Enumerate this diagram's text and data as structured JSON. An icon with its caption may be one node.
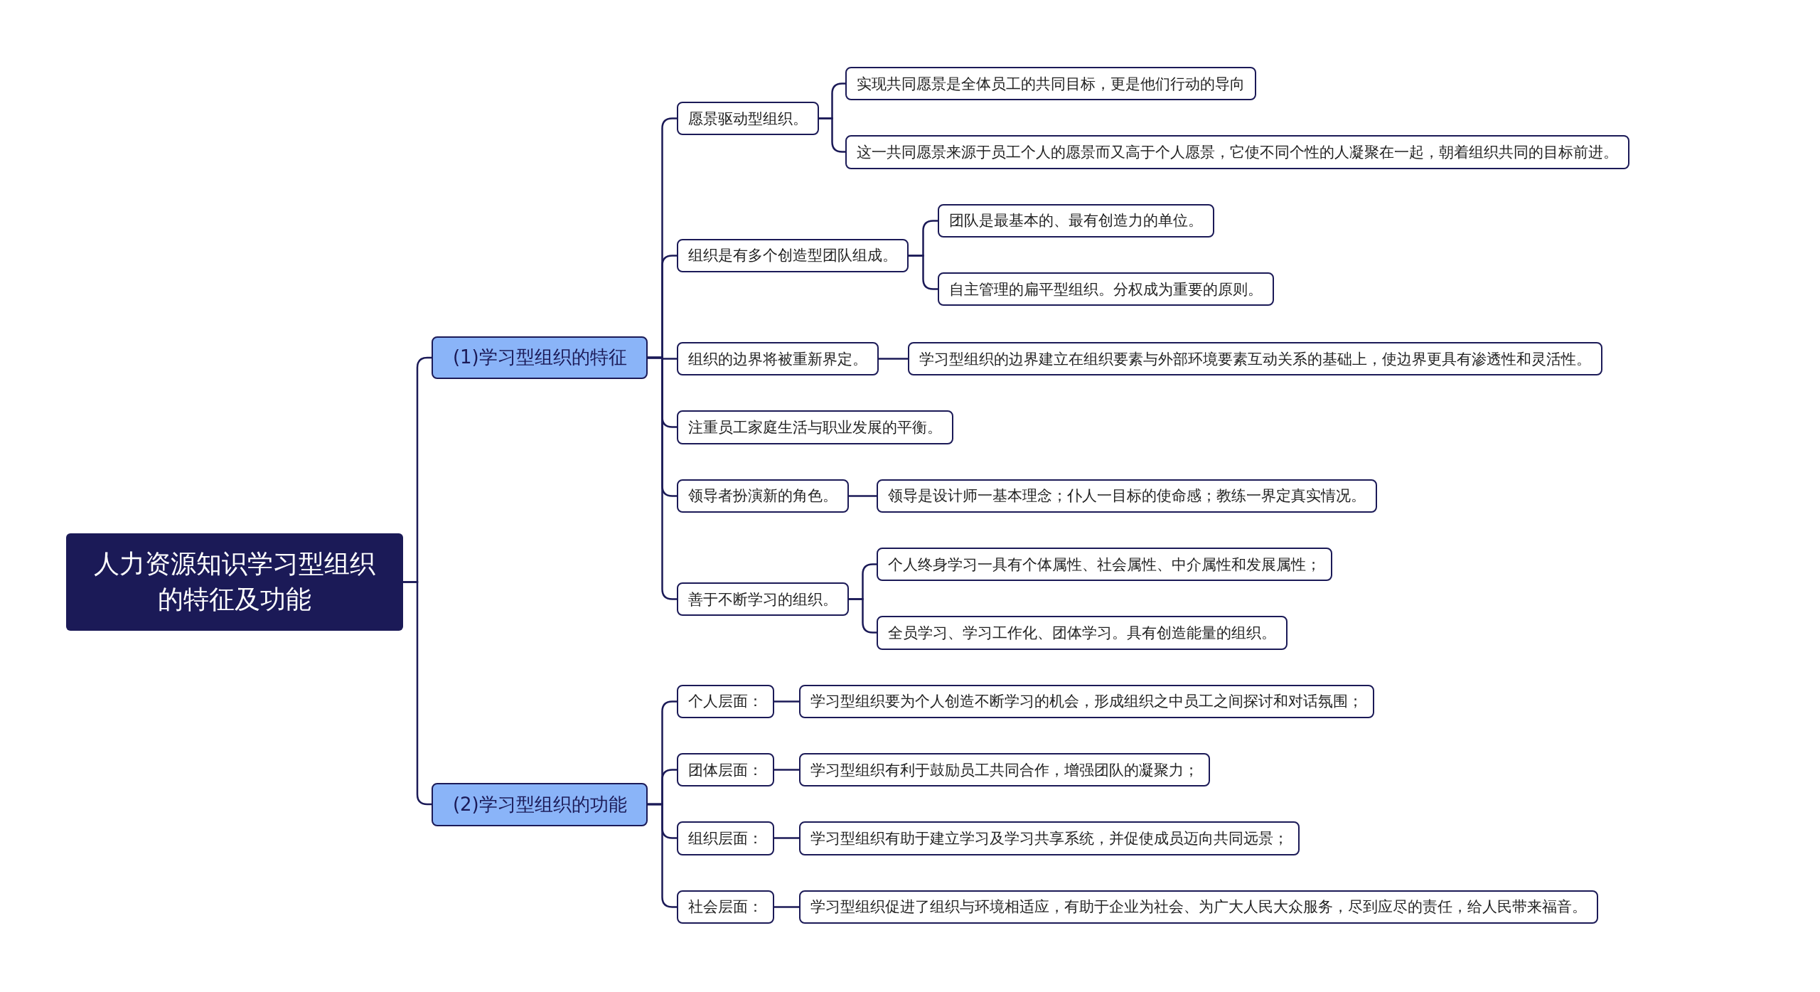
{
  "diagram": {
    "nodes": [
      {
        "text": [
          "人力资源知识学习型组织的特征及功能"
        ]
      },
      {
        "text": [
          "(1)学习型组织的特征"
        ]
      },
      {
        "text": [
          "(2)学习型组织的功能"
        ]
      },
      {
        "text": [
          "愿景驱动型组织。"
        ]
      },
      {
        "text": [
          "实现共同愿景是全体员工的共同目标，更是他们行动的导向"
        ]
      },
      {
        "text": [
          "这一共同愿景来源于员工个人的愿景而又高于个人愿景，它使不同个性的人凝聚在一起，朝着组织共同的目标前进。"
        ]
      },
      {
        "text": [
          "组织是有多个创造型团队组成。"
        ]
      },
      {
        "text": [
          "团队是最基本的、最有创造力的单位。"
        ]
      },
      {
        "text": [
          "自主管理的扁平型组织。分权成为重要的原则。"
        ]
      },
      {
        "text": [
          "组织的边界将被重新界定。"
        ]
      },
      {
        "text": [
          "学习型组织的边界建立在组织要素与外部环境要素互动关系的基础上，使边界更具有渗透性和灵活性。"
        ]
      },
      {
        "text": [
          "注重员工家庭生活与职业发展的平衡。"
        ]
      },
      {
        "text": [
          "领导者扮演新的角色。"
        ]
      },
      {
        "text": [
          "领导是设计师一基本理念；仆人一目标的使命感；教练一界定真实情况。"
        ]
      },
      {
        "text": [
          "善于不断学习的组织。"
        ]
      },
      {
        "text": [
          "个人终身学习一具有个体属性、社会属性、中介属性和发展属性；"
        ]
      },
      {
        "text": [
          "全员学习、学习工作化、团体学习。具有创造能量的组织。"
        ]
      },
      {
        "text": [
          "个人层面："
        ]
      },
      {
        "text": [
          "学习型组织要为个人创造不断学习的机会，形成组织之中员工之间探讨和对话氛围；"
        ]
      },
      {
        "text": [
          "团体层面："
        ]
      },
      {
        "text": [
          "学习型组织有利于鼓励员工共同合作，增强团队的凝聚力；"
        ]
      },
      {
        "text": [
          "组织层面："
        ]
      },
      {
        "text": [
          "学习型组织有助于建立学习及学习共享系统，并促使成员迈向共同远景；"
        ]
      },
      {
        "text": [
          "社会层面："
        ]
      },
      {
        "text": [
          "学习型组织促进了组织与环境相适应，有助于企业为社会、为广大人民大众服务，尽到应尽的责任，给人民带来福音。"
        ]
      }
    ],
    "edges": [
      {
        "from": 0,
        "to": 1,
        "arrow": "none"
      },
      {
        "from": 0,
        "to": 2,
        "arrow": "none"
      },
      {
        "from": 1,
        "to": 3,
        "arrow": "none"
      },
      {
        "from": 3,
        "to": 4,
        "arrow": "none"
      },
      {
        "from": 3,
        "to": 5,
        "arrow": "none"
      },
      {
        "from": 1,
        "to": 6,
        "arrow": "none"
      },
      {
        "from": 6,
        "to": 7,
        "arrow": "none"
      },
      {
        "from": 6,
        "to": 8,
        "arrow": "none"
      },
      {
        "from": 1,
        "to": 9,
        "arrow": "none"
      },
      {
        "from": 9,
        "to": 10,
        "arrow": "none"
      },
      {
        "from": 1,
        "to": 11,
        "arrow": "none"
      },
      {
        "from": 1,
        "to": 12,
        "arrow": "none"
      },
      {
        "from": 12,
        "to": 13,
        "arrow": "none"
      },
      {
        "from": 1,
        "to": 14,
        "arrow": "none"
      },
      {
        "from": 14,
        "to": 15,
        "arrow": "none"
      },
      {
        "from": 14,
        "to": 16,
        "arrow": "none"
      },
      {
        "from": 2,
        "to": 17,
        "arrow": "none"
      },
      {
        "from": 17,
        "to": 18,
        "arrow": "none"
      },
      {
        "from": 2,
        "to": 19,
        "arrow": "none"
      },
      {
        "from": 19,
        "to": 20,
        "arrow": "none"
      },
      {
        "from": 2,
        "to": 21,
        "arrow": "none"
      },
      {
        "from": 21,
        "to": 22,
        "arrow": "none"
      },
      {
        "from": 2,
        "to": 23,
        "arrow": "none"
      },
      {
        "from": 23,
        "to": 24,
        "arrow": "none"
      }
    ]
  }
}
